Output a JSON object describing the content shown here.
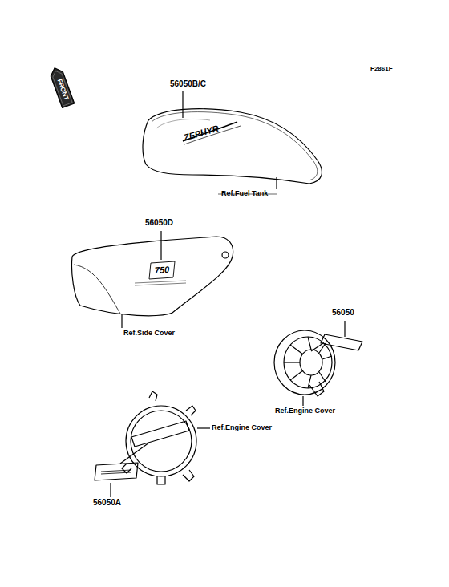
{
  "diagram": {
    "labels": [
      "FRONT",
      "F2861F",
      "56050B/C",
      "ZEPHYR",
      "Ref.Fuel Tank",
      "56050D",
      "750",
      "Ref.Side Cover",
      "56050",
      "Ref.Engine Cover",
      "Ref.Engine Cover",
      "56050A"
    ]
  }
}
